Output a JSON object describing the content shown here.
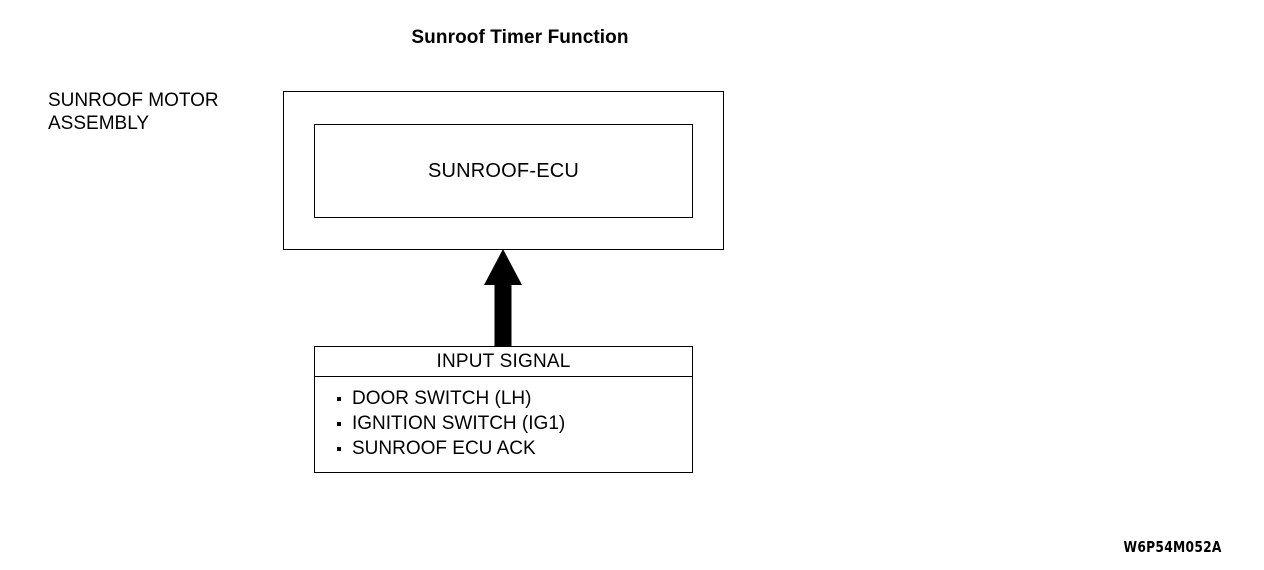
{
  "diagram": {
    "title": "Sunroof Timer Function",
    "figure_code": "W6P54M052A",
    "background_color": "#ffffff",
    "line_color": "#000000",
    "assembly": {
      "label_line1": "SUNROOF MOTOR",
      "label_line2": "ASSEMBLY",
      "ecu_label": "SUNROOF-ECU"
    },
    "arrow": {
      "name": "input-signal-arrow",
      "direction": "up",
      "fill_color": "#000000"
    },
    "input_signal": {
      "header": "INPUT SIGNAL",
      "bullet_glyph": "middle-dot",
      "items": [
        "DOOR SWITCH (LH)",
        "IGNITION SWITCH (IG1)",
        "SUNROOF ECU ACK"
      ]
    }
  }
}
